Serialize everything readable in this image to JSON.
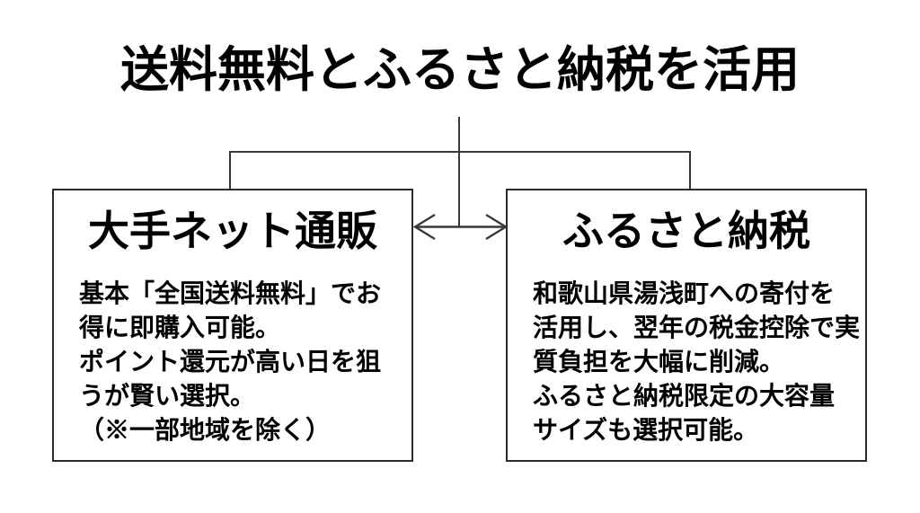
{
  "title": "送料無料とふるさと納税を活用",
  "colors": {
    "background": "#ffffff",
    "connector_line": "#3a3a3a",
    "box_border": "#2b2b2b",
    "text": "#000000"
  },
  "left_box": {
    "heading": "大手ネット通販",
    "body_lines": [
      "基本「全国送料無料」でお",
      "得に即購入可能。",
      "ポイント還元が高い日を狙",
      "うが賢い選択。",
      "（※一部地域を除く）"
    ]
  },
  "right_box": {
    "heading": "ふるさと納税",
    "body_lines": [
      "和歌山県湯浅町への寄付を",
      "活用し、翌年の税金控除で実",
      "質負担を大幅に削減。",
      "ふるさと納税限定の大容量",
      "サイズも選択可能。"
    ]
  }
}
